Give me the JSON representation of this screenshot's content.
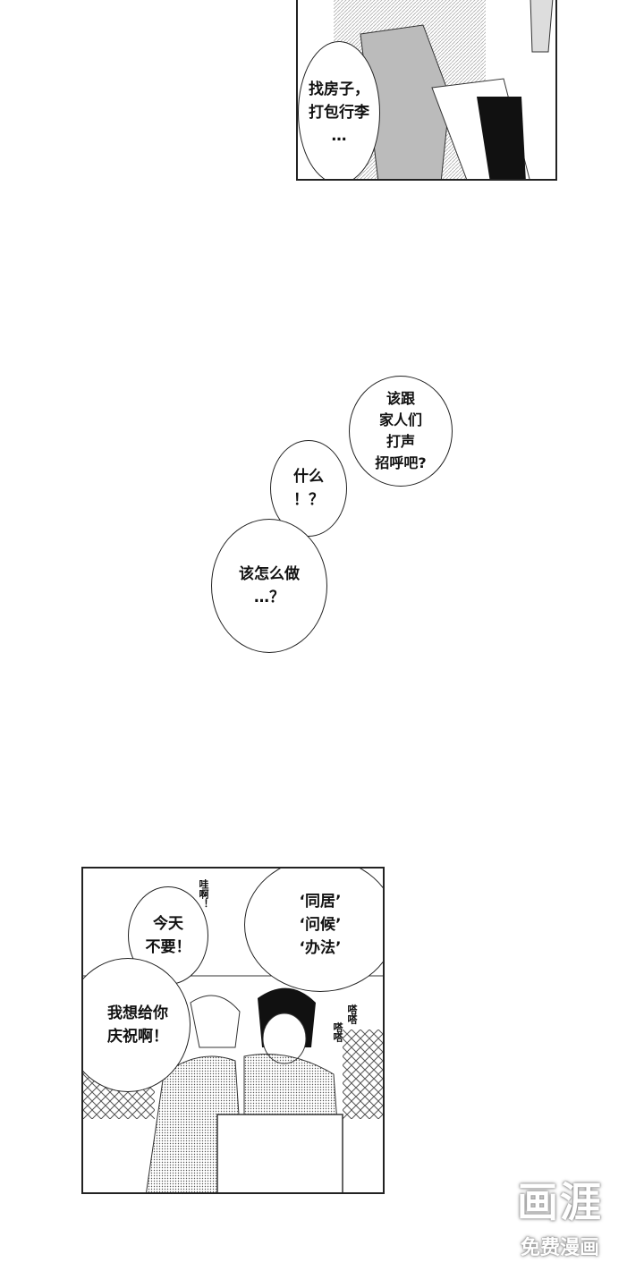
{
  "panel1": {
    "bubble": "找房子，\n打包行李\n…"
  },
  "middle": {
    "bubble_family": "该跟\n家人们\n打声\n招呼吧?",
    "bubble_what": "什么\n！？",
    "bubble_how": "该怎么做\n…？"
  },
  "panel2": {
    "bubble_words": "‘同居’\n‘问候’\n‘办法’",
    "bubble_today": "今天\n不要！",
    "bubble_celebrate": "我想给你\n庆祝啊！",
    "sfx_wa": "哇啊！",
    "sfx_tap1": "嗒嗒",
    "sfx_tap2": "嗒嗒"
  },
  "watermark": {
    "logo": "画涯",
    "subtitle": "免费漫画"
  }
}
